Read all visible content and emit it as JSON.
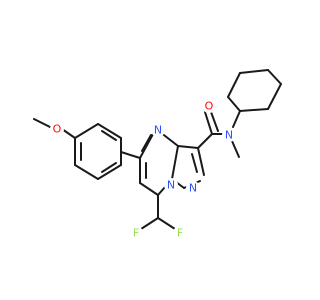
{
  "molecule": {
    "atoms": {
      "O_methoxy": {
        "label": "O",
        "color": "#ff0d0d"
      },
      "N_pyrimidine": {
        "label": "N",
        "color": "#3050f8"
      },
      "O_carbonyl": {
        "label": "O",
        "color": "#ff0d0d"
      },
      "N_amide": {
        "label": "N",
        "color": "#3050f8"
      },
      "N_bridge": {
        "label": "N",
        "color": "#3050f8"
      },
      "N_pyrazole": {
        "label": "N",
        "color": "#3050f8"
      },
      "F_left": {
        "label": "F",
        "color": "#90e050"
      },
      "F_right": {
        "label": "F",
        "color": "#90e050"
      }
    },
    "bond_color": "#1a1a1a"
  }
}
